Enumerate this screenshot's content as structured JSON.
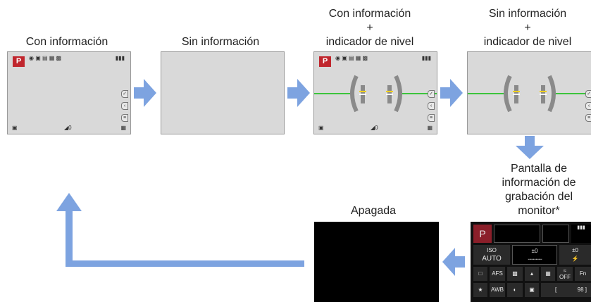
{
  "captions": {
    "with_info": "Con información",
    "without_info": "Sin información",
    "with_info_level": [
      "Con información",
      "+",
      "indicador de nivel"
    ],
    "without_info_level": [
      "Sin información",
      "+",
      "indicador de nivel"
    ],
    "monitor_info": [
      "Pantalla de",
      "información de",
      "grabación del",
      "monitor*"
    ],
    "off": "Apagada"
  },
  "screen_icons": {
    "mode": "P",
    "exposure_comp": "0",
    "battery_icon": "battery-icon"
  },
  "panel": {
    "mode": "P",
    "iso_label": "ISO",
    "iso_value": "AUTO",
    "exposure": "±0",
    "flash_comp": "±0",
    "af_mode": "AFS",
    "wb": "AWB",
    "wifi_off": "OFF",
    "fn": "Fn",
    "shots": "98"
  },
  "colors": {
    "arrow": "#7da3e0",
    "level_green": "#3cc43c",
    "level_gray": "#8a8a8a",
    "mode_red": "#c0262d"
  }
}
